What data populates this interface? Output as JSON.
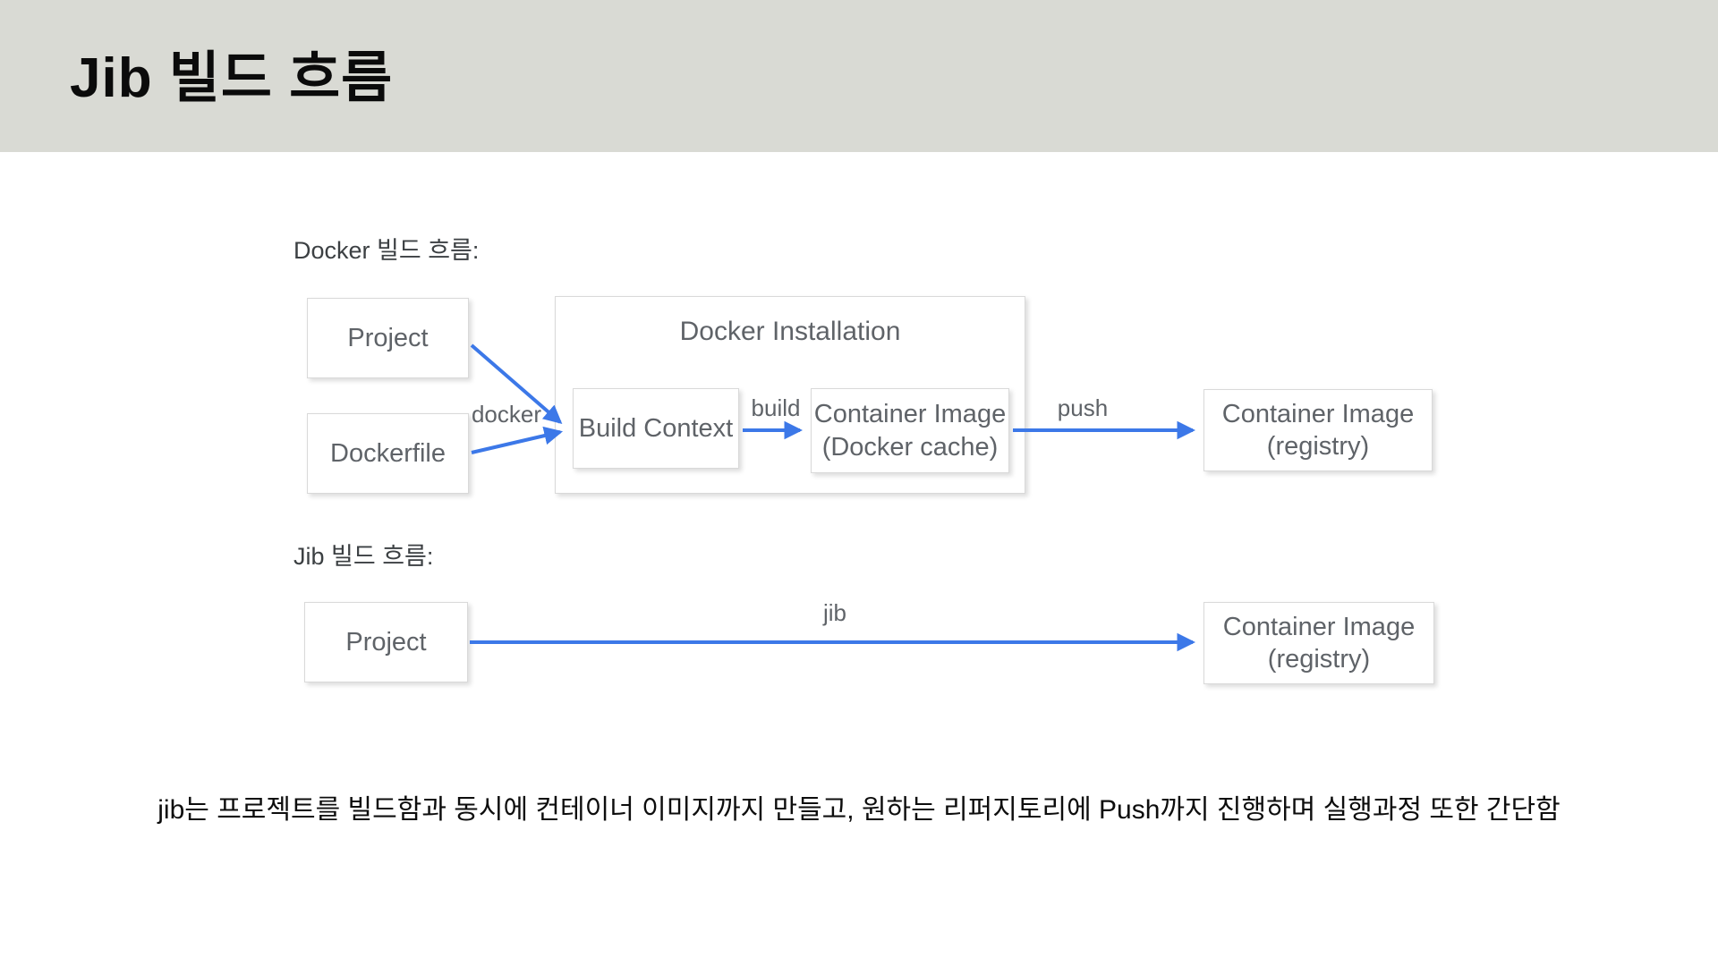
{
  "header": {
    "title": "Jib 빌드 흐름"
  },
  "colors": {
    "header_bg": "#d9dad4",
    "arrow_blue": "#3c78e8",
    "box_text": "#5f6368",
    "label_text": "#3c4043"
  },
  "diagram": {
    "docker_flow_label": "Docker 빌드 흐름:",
    "jib_flow_label": "Jib 빌드 흐름:",
    "project": "Project",
    "dockerfile": "Dockerfile",
    "docker_installation": "Docker Installation",
    "build_context": "Build Context",
    "container_image": "Container Image",
    "docker_cache": "(Docker cache)",
    "registry": "(registry)",
    "edge_docker": "docker",
    "edge_build": "build",
    "edge_push": "push",
    "edge_jib": "jib"
  },
  "footnote": "jib는 프로젝트를 빌드함과 동시에 컨테이너 이미지까지 만들고, 원하는 리퍼지토리에 Push까지 진행하며 실행과정 또한 간단함"
}
